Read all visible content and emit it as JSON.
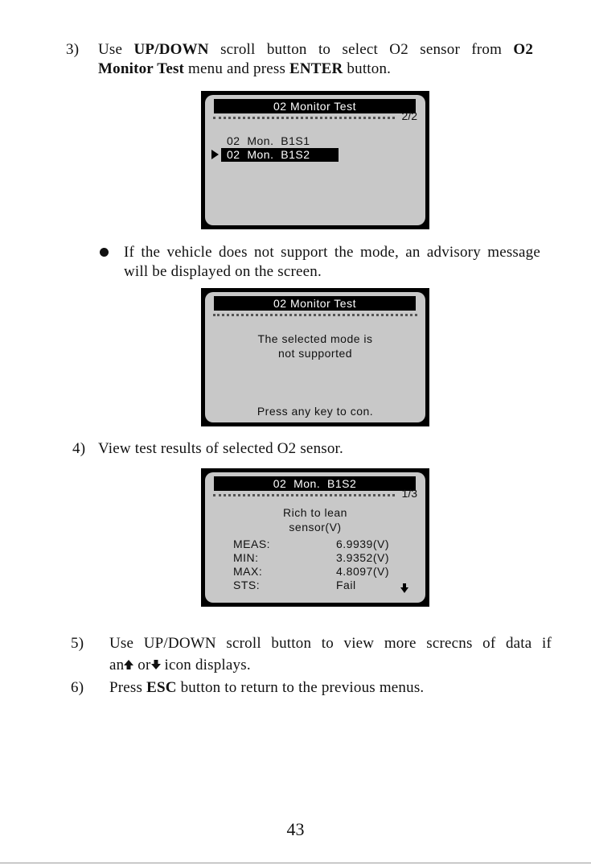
{
  "step3": {
    "num": "3)",
    "line1": {
      "w1": "Use",
      "b1": "UP/DOWN",
      "w2": "scroll",
      "w3": "button",
      "w4": "to",
      "w5": "select",
      "w6": "O2",
      "w7": "sensor",
      "w8": "from",
      "b2": "O2"
    },
    "line2": {
      "b1": "Monitor Test",
      "t1": " menu and press ",
      "b2": "ENTER",
      "t2": " button."
    }
  },
  "screen1": {
    "title": "02 Monitor Test",
    "page": "2/2",
    "items": [
      "02  Mon.  B1S1",
      "02  Mon.  B1S2"
    ]
  },
  "bullet_note": {
    "line1": {
      "w1": "If",
      "w2": "the",
      "w3": "vehicle",
      "w4": "does",
      "w5": "not",
      "w6": "support",
      "w7": "the",
      "w8": "mode,",
      "w9": "an",
      "w10": "advisory",
      "w11": "message"
    },
    "line2": "will be displayed on the screen."
  },
  "screen2": {
    "title": "02 Monitor Test",
    "msg1": "The selected mode is",
    "msg2": "not supported",
    "footer": "Press any key to con."
  },
  "step4": {
    "num": "4)",
    "text": "View test results of selected O2 sensor."
  },
  "screen3": {
    "title": "02  Mon.  B1S2",
    "page": "1/3",
    "test1": "Rich to lean",
    "test2": "sensor(V)",
    "rows": [
      {
        "label": "MEAS:",
        "value": "6.9939(V)"
      },
      {
        "label": "MIN:",
        "value": "3.9352(V)"
      },
      {
        "label": "MAX:",
        "value": "4.8097(V)"
      },
      {
        "label": "STS:",
        "value": "Fail"
      }
    ],
    "scroll_icon": "down-arrow-icon"
  },
  "step5": {
    "num": "5)",
    "line1": {
      "w1": "Use",
      "w2": "UP/DOWN",
      "w3": "scroll",
      "w4": "button",
      "w5": "to",
      "w6": "view",
      "w7": "more",
      "w8": "screcns",
      "w9": "of",
      "w10": "data",
      "w11": "if"
    },
    "line2": {
      "t1": "an",
      "t2": " or",
      "t3": " icon displays."
    },
    "icons": [
      "up-arrow-icon",
      "down-arrow-icon"
    ]
  },
  "step6": {
    "num": "6)",
    "t1": "Press ",
    "b1": "ESC",
    "t2": " button to return to the previous menus."
  },
  "page_number": "43"
}
